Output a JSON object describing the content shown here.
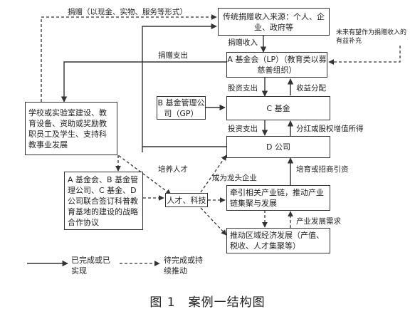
{
  "boxes": {
    "traditional": "传统捐赠收入来源：个人、企业、政府等",
    "foundation_a": "A 基金会（LP）（教育类以募慈善组织）",
    "b_manager": "B 基金管理公司（GP）",
    "fund_c": "C 基金",
    "company_d": "D 公司",
    "school": "学校或实验室建设、教育设备、资助或奖励教职员工及学生、支持科教事业发展",
    "agreement": "A 基金会、B 基金管理公司、C 基金、D 公司联合签订科普教育基地的建设的战略合作协议",
    "talent": "人才、科技",
    "chain": "牵引相关产业链，推动产业链集聚与发展",
    "regional": "推动区域经济发展（产值、税收、人才集聚等）"
  },
  "labels": {
    "donation_forms": "捐赠（以现金、实物、服务等形式）",
    "donation_income": "捐赠收入",
    "future_supplement": "未来有望作为捐赠收入的有益补充",
    "donation_expense": "捐赠支出",
    "investment_expense_1": "股资支出",
    "return_distribution": "收益分配",
    "investment_expense_2": "投资支出",
    "dividend": "分红或股权增值所得",
    "cultivate_talent": "培养人才",
    "leading_enterprise": "成为龙头企业",
    "investment_attract": "培育或招商引资",
    "industry_demand": "产业发展需求"
  },
  "legend": {
    "solid": "已完成或已实现",
    "dashed": "待完成或持续推动"
  },
  "caption": "图 1　案例一结构图"
}
